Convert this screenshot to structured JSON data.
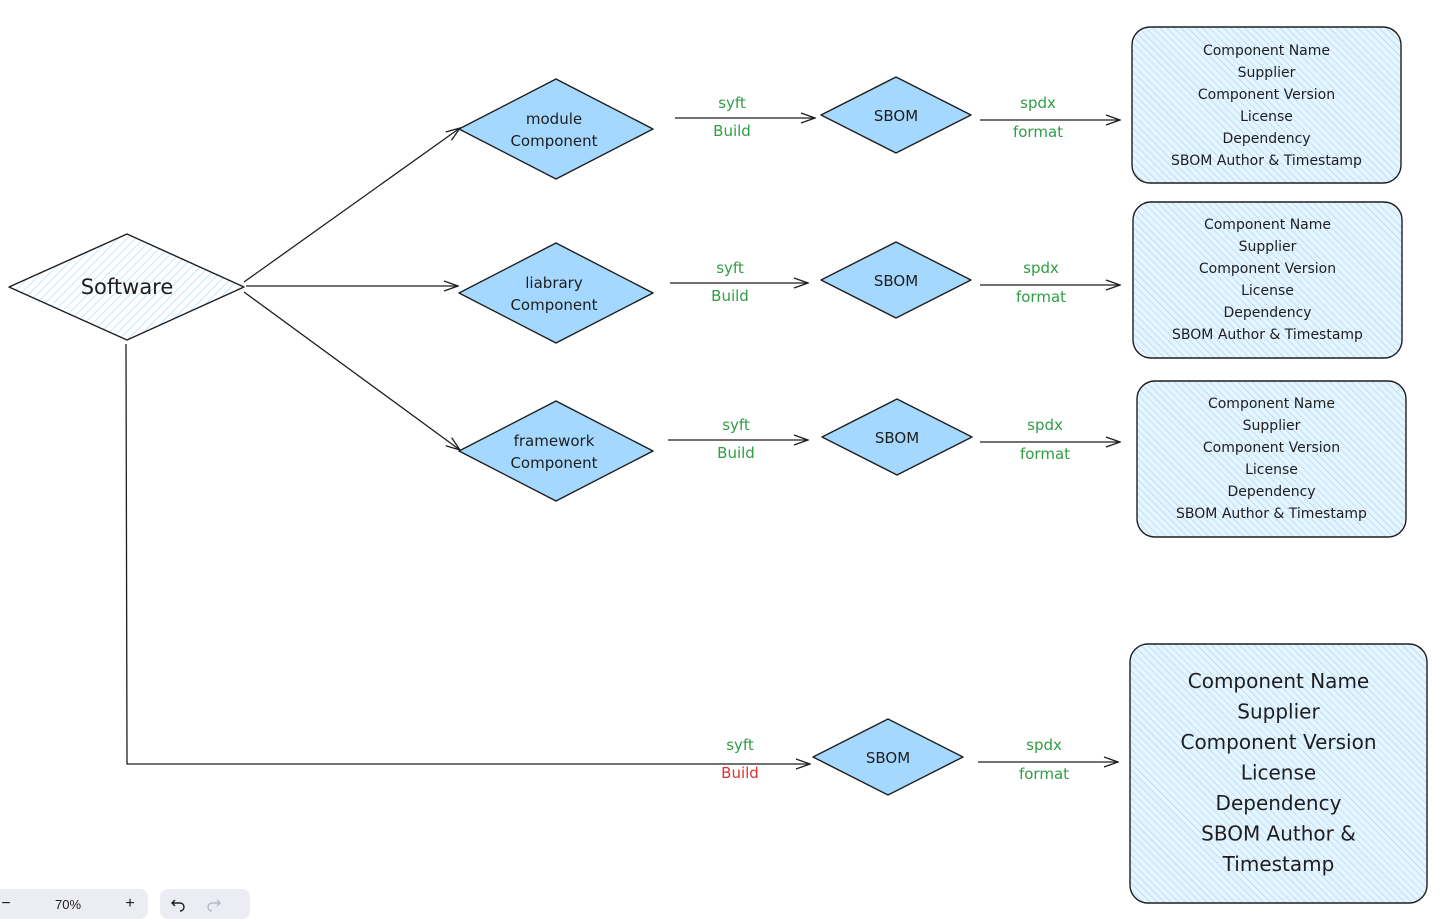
{
  "root": {
    "label": "Software"
  },
  "rows": [
    {
      "component_lines": [
        "module",
        "Component"
      ],
      "syft": "syft",
      "build": "Build",
      "build_color": "#2f9e44",
      "sbom": "SBOM",
      "spdx": "spdx",
      "format": "format"
    },
    {
      "component_lines": [
        "liabrary",
        "Component"
      ],
      "syft": "syft",
      "build": "Build",
      "build_color": "#2f9e44",
      "sbom": "SBOM",
      "spdx": "spdx",
      "format": "format"
    },
    {
      "component_lines": [
        "framework",
        "Component"
      ],
      "syft": "syft",
      "build": "Build",
      "build_color": "#2f9e44",
      "sbom": "SBOM",
      "spdx": "spdx",
      "format": "format"
    },
    {
      "component_lines": [],
      "syft": "syft",
      "build": "Build",
      "build_color": "#e03131",
      "sbom": "SBOM",
      "spdx": "spdx",
      "format": "format"
    }
  ],
  "details_boxes": [
    {
      "lines": [
        "Component Name",
        "Supplier",
        "Component Version",
        "License",
        "Dependency",
        "SBOM Author & Timestamp"
      ]
    },
    {
      "lines": [
        "Component Name",
        "Supplier",
        "Component Version",
        "License",
        "Dependency",
        "SBOM Author & Timestamp"
      ]
    },
    {
      "lines": [
        "Component Name",
        "Supplier",
        "Component Version",
        "License",
        "Dependency",
        "SBOM Author & Timestamp"
      ]
    },
    {
      "lines": [
        "Component Name",
        "Supplier",
        "Component Version",
        "License",
        "Dependency",
        "SBOM Author &",
        "Timestamp"
      ]
    }
  ],
  "colors": {
    "node_fill": "#a5d8ff",
    "root_fill": "#e7f5ff",
    "box_fill": "#d0ebff",
    "stroke": "#1e1e1e",
    "label_green": "#2f9e44",
    "label_red": "#e03131"
  },
  "toolbar": {
    "zoom_out": "−",
    "zoom_level": "70%",
    "zoom_in": "+",
    "undo_icon": "undo-icon",
    "redo_icon": "redo-icon"
  }
}
